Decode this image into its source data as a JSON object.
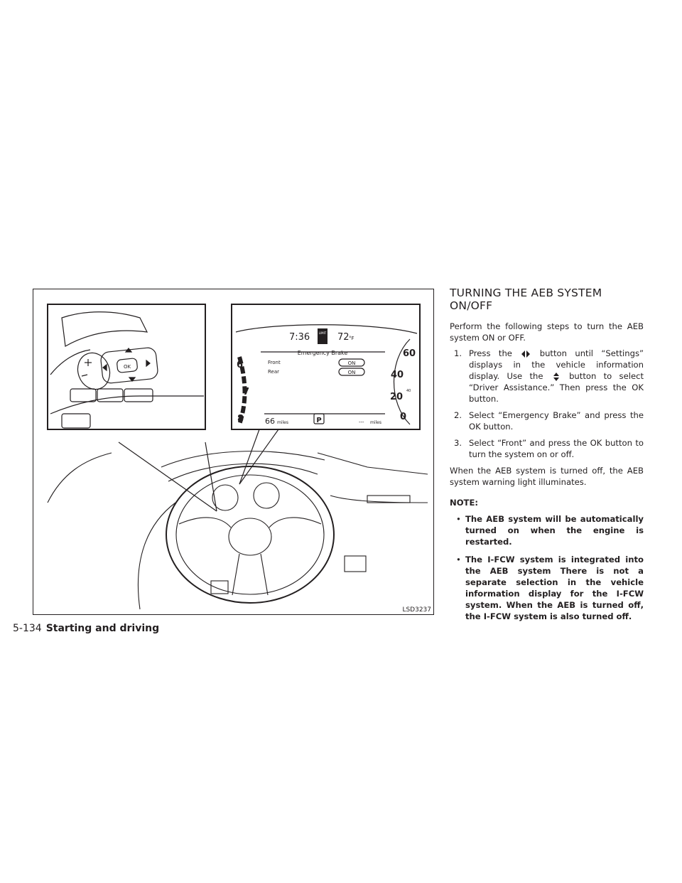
{
  "figure": {
    "code": "LSD3237",
    "display": {
      "time": "7:36",
      "limit_label": "LIMIT",
      "temp": "72",
      "temp_unit": "°F",
      "menu_title": "Emergency Brake",
      "rows": [
        {
          "label": "Front",
          "status": "ON"
        },
        {
          "label": "Rear",
          "status": "ON"
        }
      ],
      "tach": [
        "6",
        "7",
        "8"
      ],
      "speed": [
        "60",
        "40",
        "20",
        "0"
      ],
      "speed_minor": "40",
      "range_value": "66",
      "range_unit": "miles",
      "gear": "P",
      "fuel_value": "---",
      "fuel_unit": "miles"
    },
    "wheel_ok_label": "OK"
  },
  "section": {
    "title": "TURNING THE AEB SYSTEM ON/OFF",
    "intro": "Perform the following steps to turn the AEB system ON or OFF.",
    "steps": [
      {
        "num": "1.",
        "before": "Press the",
        "after": "button until “Settings” displays in the vehicle information display. Use the",
        "after2": "button to select “Driver Assistance.” Then press the OK button."
      },
      {
        "num": "2.",
        "text": "Select “Emergency Brake” and press the OK button."
      },
      {
        "num": "3.",
        "text": "Select “Front” and press the OK button to turn the system on or off."
      }
    ],
    "after_steps": "When the AEB system is turned off, the AEB system warning light illuminates.",
    "note_label": "NOTE:",
    "notes": [
      "The AEB system will be automatically turned on when the engine is restarted.",
      "The I-FCW system is integrated into the AEB system There is not a separate selection in the vehicle information display for the I-FCW system. When the AEB is turned off, the I-FCW system is also turned off."
    ],
    "bullet_char": "•"
  },
  "footer": {
    "page": "5-134",
    "chapter": "Starting and driving"
  }
}
